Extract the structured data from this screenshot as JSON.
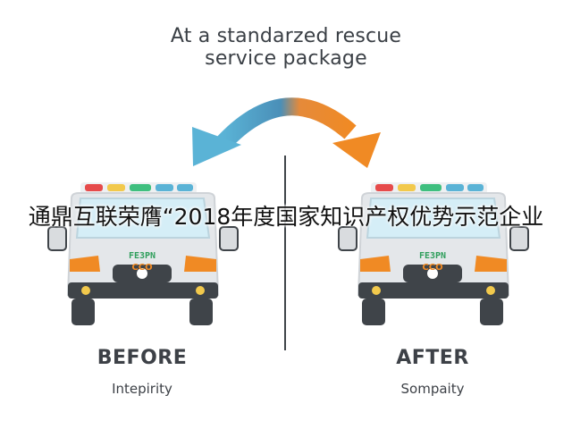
{
  "title": {
    "line1": "At a standarzed rescue",
    "line2": "service package"
  },
  "overlay_text": "通鼎互联荣膺“2018年度国家知识产权优势示范企业",
  "before": {
    "heading": "BEFORE",
    "caption": "Intepirity",
    "vehicle_sign": "FE3PN",
    "vehicle_code": "CCO"
  },
  "after": {
    "heading": "AFTER",
    "caption": "Sompaity",
    "vehicle_sign": "FE3PN",
    "vehicle_code": "CCO"
  },
  "colors": {
    "arrow_start": "#5ab3d6",
    "arrow_end": "#f08a24",
    "accent_green": "#2e9e5b",
    "accent_orange": "#f08a24",
    "text_dark": "#3a3f45"
  },
  "icons": {
    "arrow": "curved-swap-arrow-icon",
    "vehicle": "ambulance-front-icon"
  }
}
